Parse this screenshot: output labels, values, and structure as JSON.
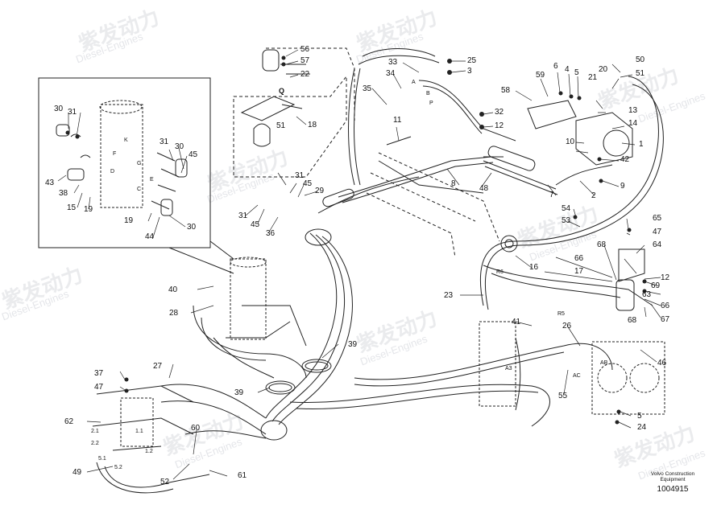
{
  "watermark": {
    "brand": "紫发动力",
    "sub": "Diesel-Engines"
  },
  "footer": {
    "company": "Volvo Construction",
    "dept": "Equipment",
    "number": "1004915"
  },
  "callouts": [
    "56",
    "57",
    "22",
    "25",
    "3",
    "33",
    "34",
    "35",
    "11",
    "18",
    "51",
    "32",
    "12",
    "6",
    "4",
    "5",
    "59",
    "58",
    "20",
    "50",
    "21",
    "51",
    "13",
    "14",
    "1",
    "10",
    "42",
    "9",
    "7",
    "2",
    "8",
    "48",
    "31",
    "45",
    "29",
    "31",
    "45",
    "36",
    "54",
    "53",
    "65",
    "47",
    "64",
    "16",
    "66",
    "68",
    "17",
    "12",
    "69",
    "63",
    "66",
    "67",
    "68",
    "46",
    "26",
    "41",
    "23",
    "55",
    "40",
    "28",
    "39",
    "39",
    "27",
    "37",
    "47",
    "62",
    "49",
    "60",
    "52",
    "61",
    "5",
    "24",
    "30",
    "31",
    "30",
    "45",
    "43",
    "38",
    "15",
    "19",
    "19",
    "44",
    "30",
    "31"
  ],
  "small_labels": [
    "Q",
    "P",
    "A",
    "B",
    "K",
    "F",
    "D",
    "E",
    "G",
    "C",
    "R6",
    "R5",
    "AC",
    "AB",
    "A3",
    "2.1",
    "2.2",
    "1.1",
    "1.2",
    "5.1",
    "5.2"
  ]
}
